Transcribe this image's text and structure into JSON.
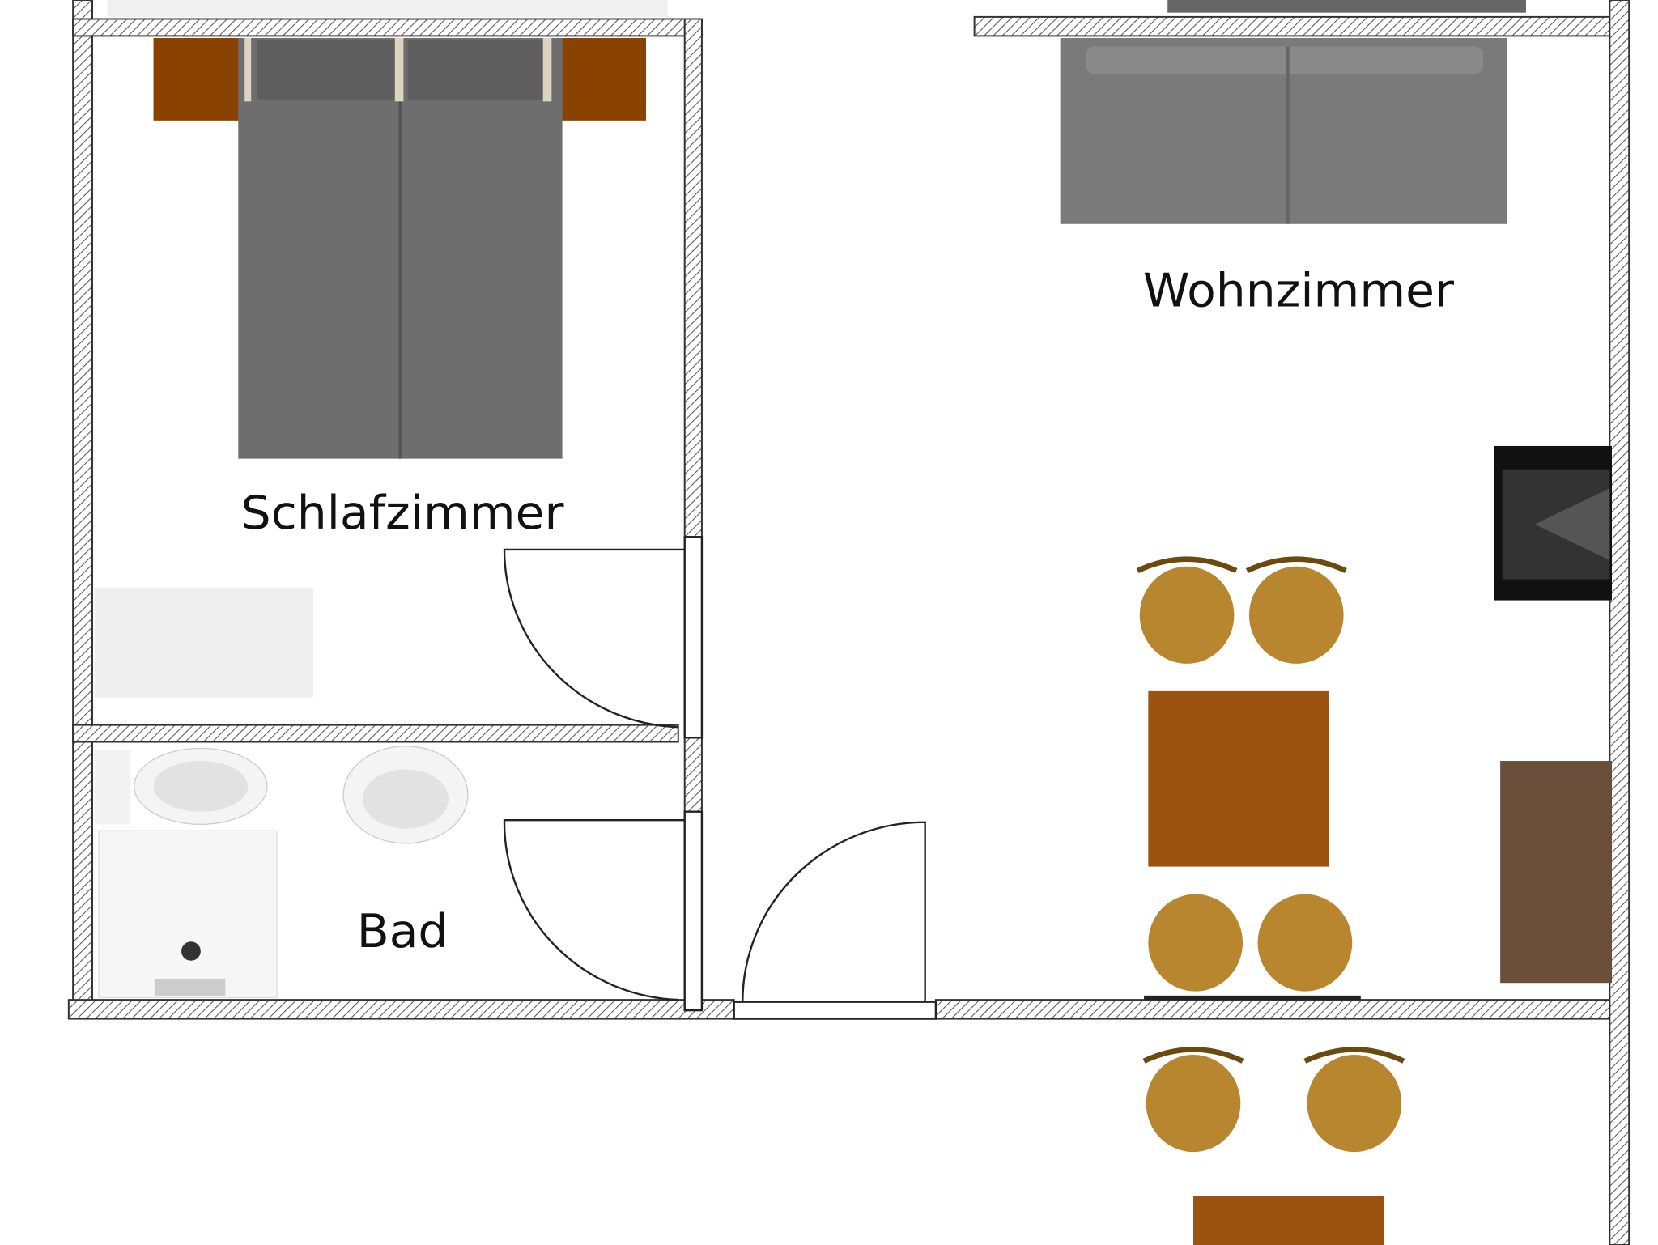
{
  "floorplan": {
    "rooms": [
      {
        "label": "Schlafzimmer"
      },
      {
        "label": "Wohnzimmer"
      },
      {
        "label": "Bad"
      }
    ],
    "colors": {
      "wall_hatch": "#555555",
      "bed": "#6e6e6e",
      "nightstand": "#8a4200",
      "sofa": "#7a7a7a",
      "chair": "#b8862e",
      "table": "#9a5410",
      "tv": "#111111",
      "cabinet": "#6b4e3a"
    }
  }
}
